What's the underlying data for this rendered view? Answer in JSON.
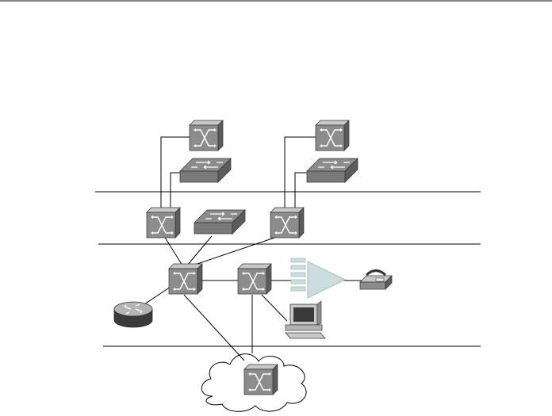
{
  "diagram": {
    "devices": [
      {
        "id": "atm-switch-top-left",
        "icon": "atm-switch-icon"
      },
      {
        "id": "workgroup-switch-top-left",
        "icon": "workgroup-switch-icon"
      },
      {
        "id": "atm-switch-top-right",
        "icon": "atm-switch-icon"
      },
      {
        "id": "workgroup-switch-top-right",
        "icon": "workgroup-switch-icon"
      },
      {
        "id": "atm-switch-mid-left",
        "icon": "atm-switch-icon"
      },
      {
        "id": "workgroup-switch-mid",
        "icon": "workgroup-switch-icon"
      },
      {
        "id": "atm-switch-mid-right",
        "icon": "atm-switch-icon"
      },
      {
        "id": "atm-switch-core-left",
        "icon": "atm-switch-icon"
      },
      {
        "id": "atm-switch-core-right",
        "icon": "atm-switch-icon"
      },
      {
        "id": "router",
        "icon": "router-icon"
      },
      {
        "id": "pbx-voice-gateway",
        "icon": "voice-gateway-icon"
      },
      {
        "id": "telephone",
        "icon": "telephone-icon"
      },
      {
        "id": "workstation",
        "icon": "workstation-icon"
      },
      {
        "id": "atm-cloud",
        "icon": "cloud-icon"
      },
      {
        "id": "atm-switch-cloud",
        "icon": "atm-switch-icon"
      }
    ],
    "links": [
      [
        "atm-switch-top-left",
        "atm-switch-mid-left"
      ],
      [
        "workgroup-switch-top-left",
        "atm-switch-mid-left"
      ],
      [
        "atm-switch-top-right",
        "atm-switch-mid-right"
      ],
      [
        "workgroup-switch-top-right",
        "atm-switch-mid-right"
      ],
      [
        "atm-switch-mid-left",
        "atm-switch-core-left"
      ],
      [
        "workgroup-switch-mid",
        "atm-switch-core-left"
      ],
      [
        "atm-switch-mid-right",
        "atm-switch-core-left"
      ],
      [
        "atm-switch-core-left",
        "atm-switch-core-right"
      ],
      [
        "atm-switch-core-left",
        "router"
      ],
      [
        "atm-switch-core-left",
        "atm-switch-cloud"
      ],
      [
        "atm-switch-core-right",
        "atm-switch-cloud"
      ],
      [
        "atm-switch-core-right",
        "pbx-voice-gateway"
      ],
      [
        "pbx-voice-gateway",
        "telephone"
      ],
      [
        "atm-switch-core-right",
        "workstation"
      ]
    ],
    "colors": {
      "device_front": "#8c8c8c",
      "device_top": "#c8c8c8",
      "device_side": "#5c5c5c",
      "voice_gateway": "#c9dede",
      "voice_gateway_stroke": "#a8bcbc",
      "lines": "#000000"
    }
  }
}
